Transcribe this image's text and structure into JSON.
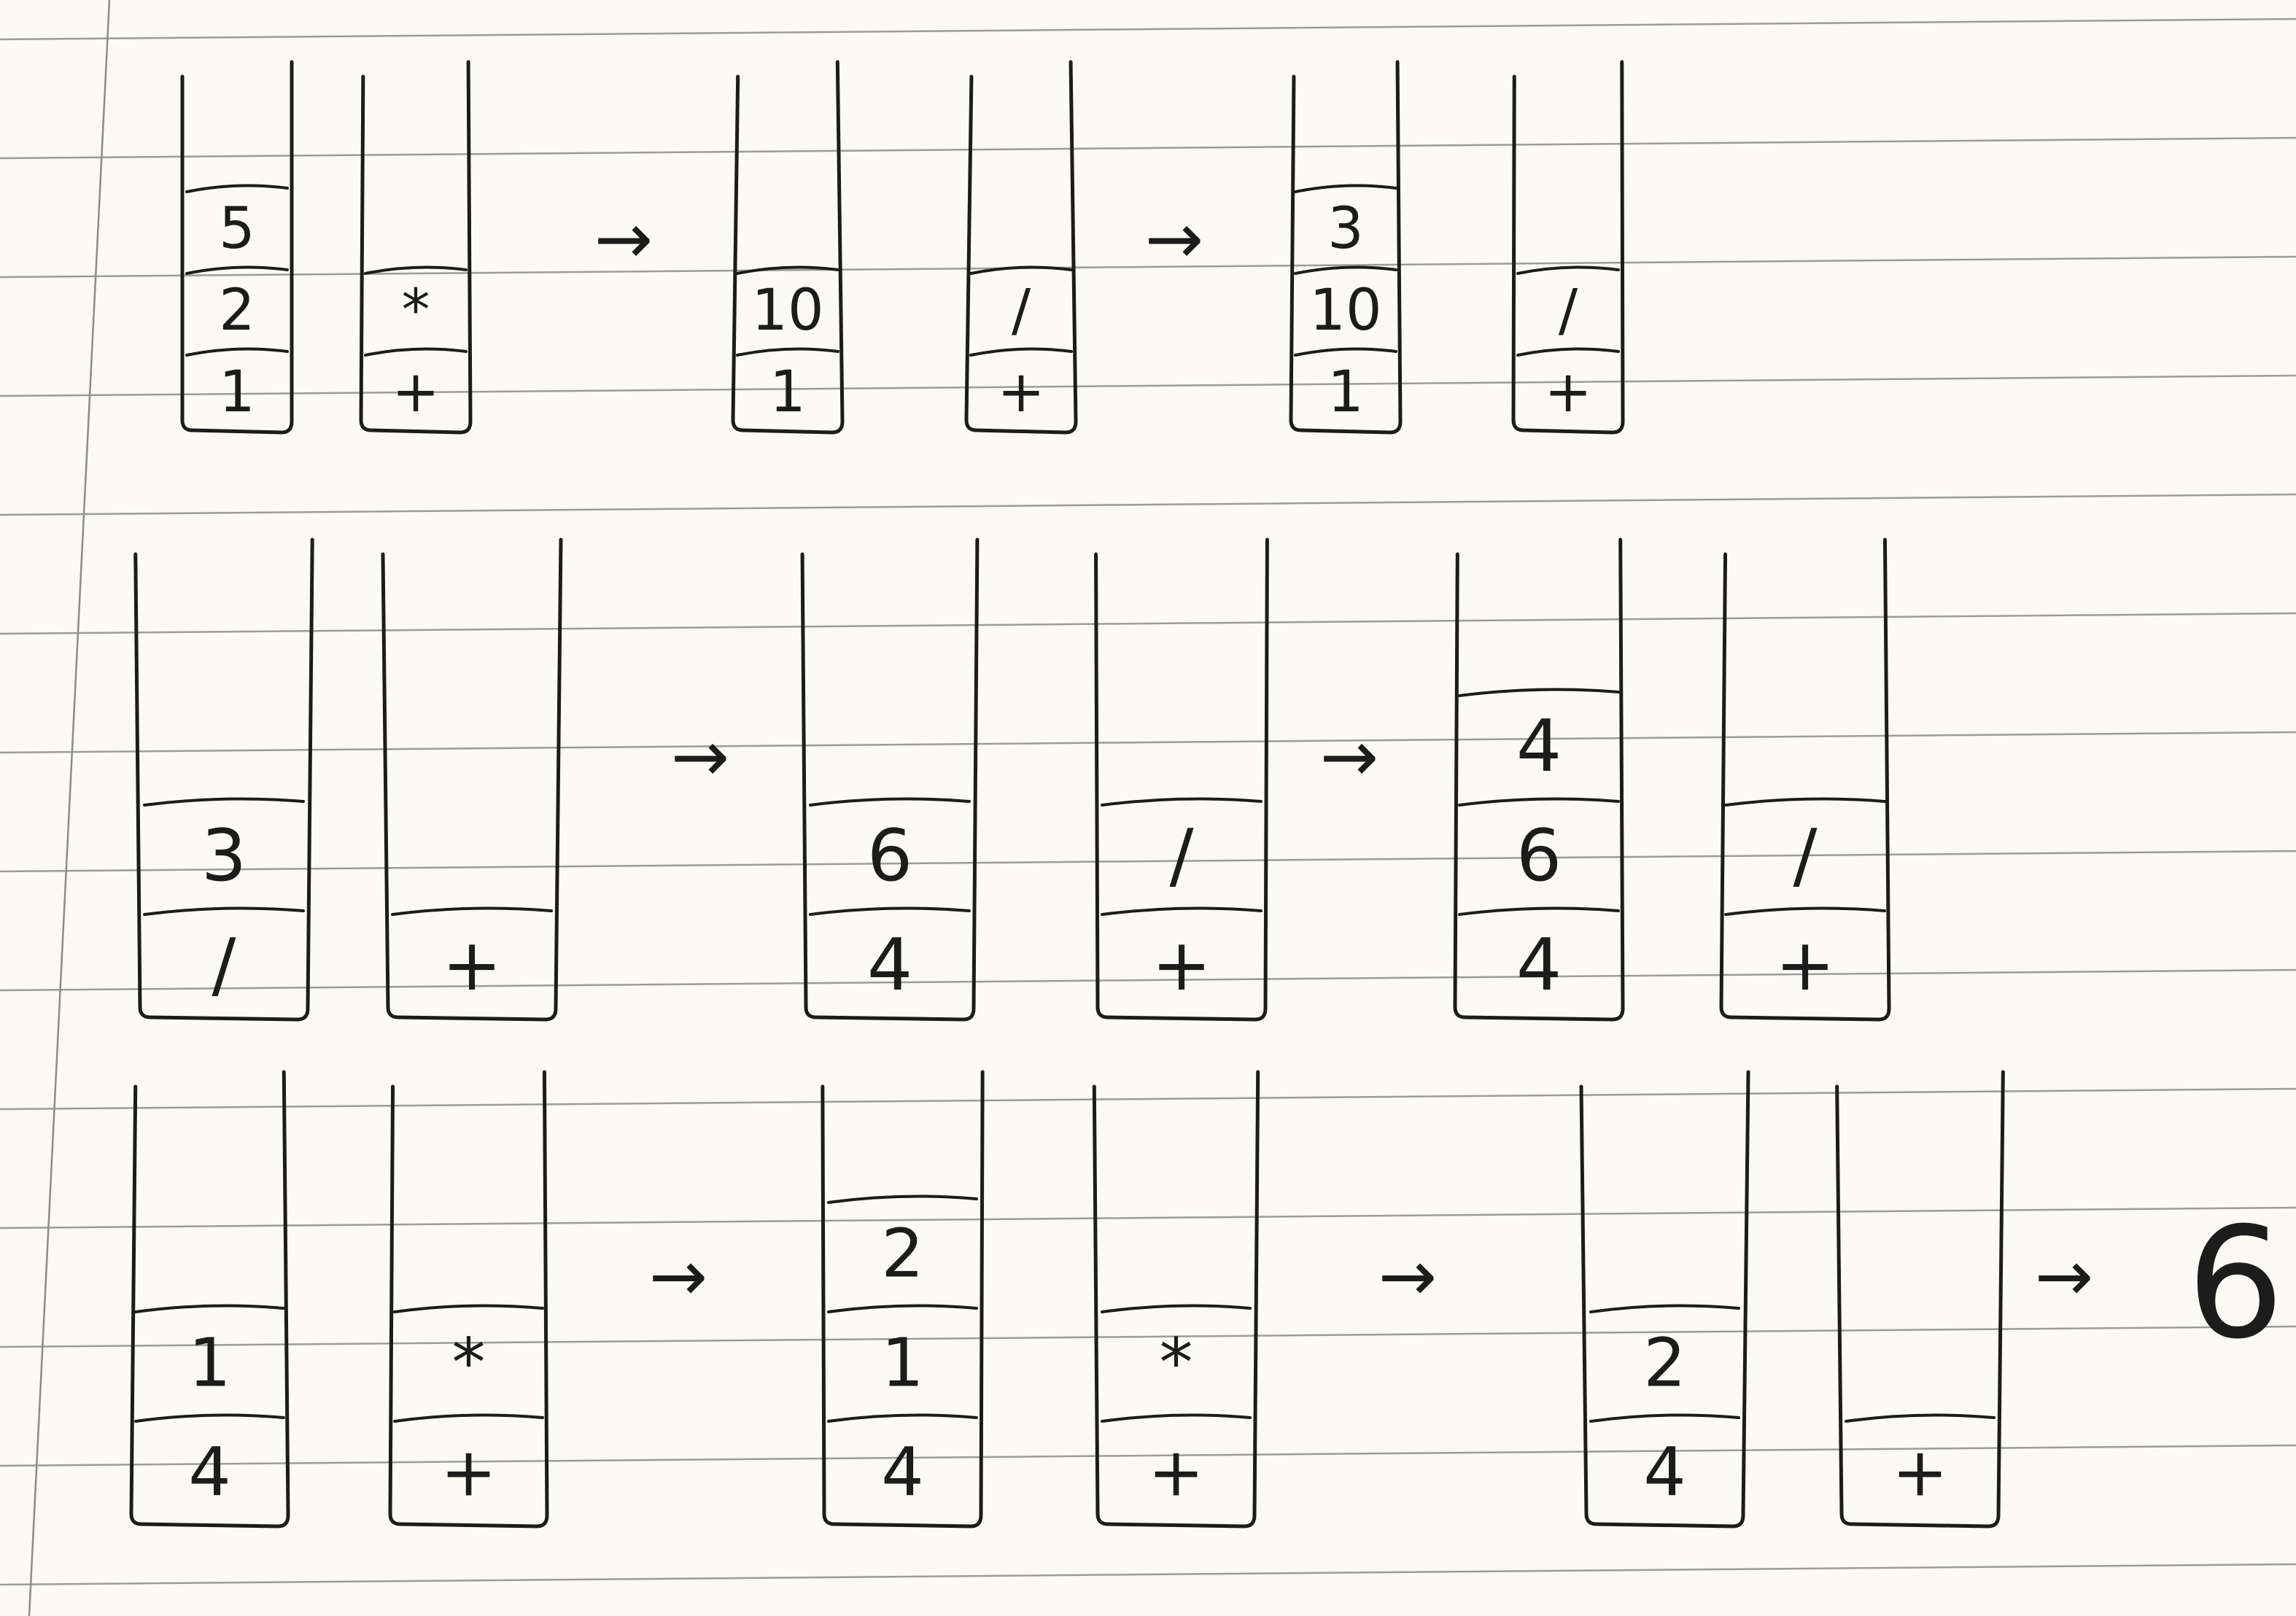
{
  "arrow": "→",
  "rows": [
    {
      "stages": [
        {
          "stacks": [
            [
              "1",
              "2",
              "5"
            ],
            [
              "+",
              "*"
            ]
          ]
        },
        {
          "stacks": [
            [
              "1",
              "10"
            ],
            [
              "+",
              "/"
            ]
          ]
        },
        {
          "stacks": [
            [
              "1",
              "10",
              "3"
            ],
            [
              "+",
              "/"
            ]
          ]
        }
      ]
    },
    {
      "stages": [
        {
          "stacks": [
            [
              "/",
              "3"
            ],
            [
              "+"
            ]
          ]
        },
        {
          "stacks": [
            [
              "4",
              "6"
            ],
            [
              "+",
              "/"
            ]
          ]
        },
        {
          "stacks": [
            [
              "4",
              "6",
              "4"
            ],
            [
              "+",
              "/"
            ]
          ]
        }
      ]
    },
    {
      "stages": [
        {
          "stacks": [
            [
              "4",
              "1"
            ],
            [
              "+",
              "*"
            ]
          ]
        },
        {
          "stacks": [
            [
              "4",
              "1",
              "2"
            ],
            [
              "+",
              "*"
            ]
          ]
        },
        {
          "stacks": [
            [
              "4",
              "2"
            ],
            [
              "+"
            ]
          ]
        }
      ],
      "result": "6"
    }
  ]
}
